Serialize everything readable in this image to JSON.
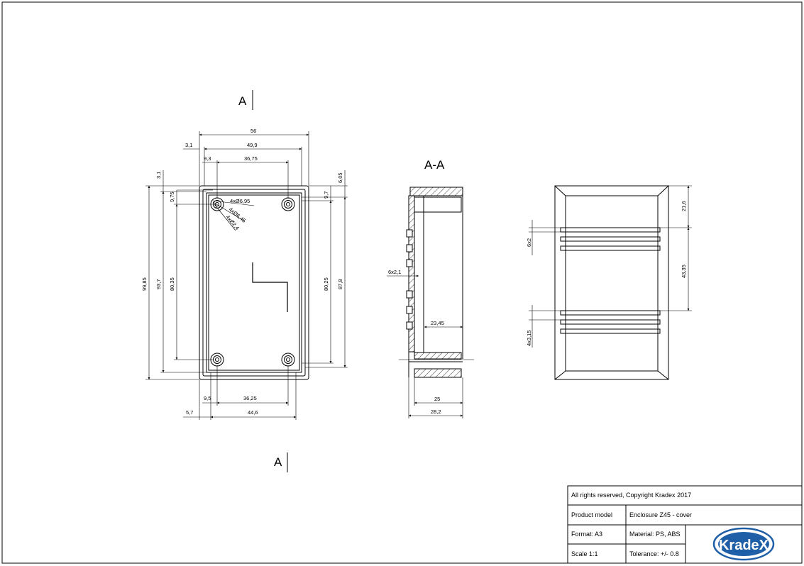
{
  "drawing": {
    "section_marker_top": "A",
    "section_marker_bottom": "A",
    "section_title": "A-A",
    "front_view": {
      "top": {
        "width": "56",
        "inner_width": "49,9",
        "hole_pitch": "36,75",
        "offset_left": "3,1",
        "hole_offset": "9,3"
      },
      "left": {
        "height": "99,85",
        "inner_height": "93,7",
        "hole_pitch": "80,35",
        "wall": "3,1",
        "hole_offset": "9,75"
      },
      "right": {
        "top_offset": "6,05",
        "hole_offset": "9,7",
        "hole_pitch": "80,25",
        "height": "87,8"
      },
      "bottom": {
        "hole_offset": "9,5",
        "hole_pitch": "36,25",
        "edge_offset": "5,7",
        "width": "44,6"
      },
      "holes": {
        "counterbore": "4xØ6,95",
        "hole": "4xØ6,45",
        "thread": "4xØ2,4"
      }
    },
    "section_view": {
      "slots": "6x2,1",
      "inner_depth": "23,45",
      "depth": "25",
      "total_depth": "28,2"
    },
    "side_view": {
      "slot_width": "6x2",
      "slot_pitch": "4x3,15",
      "top_offset": "21,6",
      "span": "43,35"
    }
  },
  "title_block": {
    "copyright": "All rights reserved, Copyright Kradex 2017",
    "product_model_label": "Product model",
    "product_model_value": "Enclosure Z45 - cover",
    "format": "Format: A3",
    "material": "Material: PS, ABS",
    "scale": "Scale 1:1",
    "tolerance": "Tolerance: +/- 0.8",
    "logo_text": "KradeX",
    "logo_color": "#1f5fa8"
  }
}
